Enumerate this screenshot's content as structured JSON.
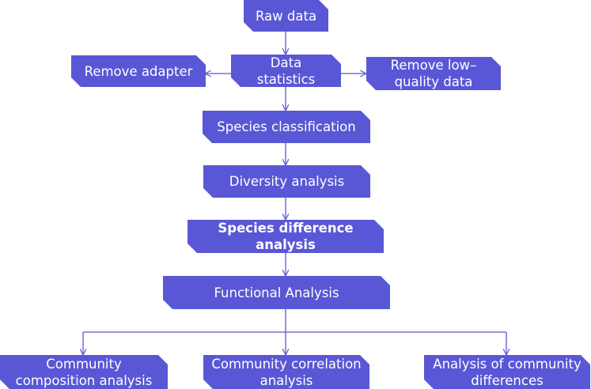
{
  "nodes": {
    "raw_data": "Raw data",
    "data_statistics": "Data\nstatistics",
    "remove_adapter": "Remove adapter",
    "remove_low_quality": "Remove low–\nquality data",
    "species_classification": "Species classification",
    "diversity_analysis": "Diversity analysis",
    "species_difference": "Species difference\nanalysis",
    "functional_analysis": "Functional Analysis",
    "community_composition": "Community\ncomposition analysis",
    "community_correlation": "Community correlation\nanalysis",
    "community_differences": "Analysis of community\ndifferences"
  },
  "colors": {
    "node_fill": "#5a57d6",
    "node_text": "#ffffff",
    "connector": "#5a57d6"
  }
}
